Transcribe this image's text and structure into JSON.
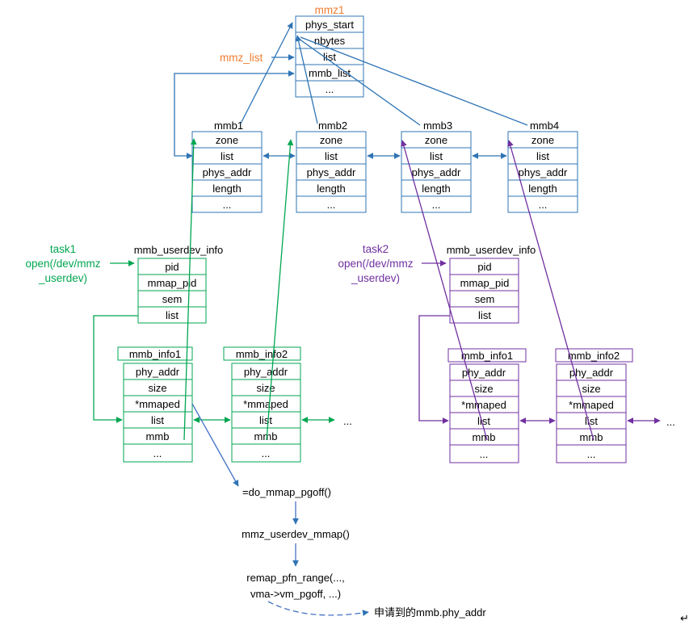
{
  "mmz": {
    "title": "mmz1",
    "fields": [
      "phys_start",
      "nbytes",
      "list",
      "mmb_list",
      "..."
    ],
    "list_label": "mmz_list"
  },
  "mmbs": [
    {
      "title": "mmb1",
      "fields": [
        "zone",
        "list",
        "phys_addr",
        "length",
        "..."
      ]
    },
    {
      "title": "mmb2",
      "fields": [
        "zone",
        "list",
        "phys_addr",
        "length",
        "..."
      ]
    },
    {
      "title": "mmb3",
      "fields": [
        "zone",
        "list",
        "phys_addr",
        "length",
        "..."
      ]
    },
    {
      "title": "mmb4",
      "fields": [
        "zone",
        "list",
        "phys_addr",
        "length",
        "..."
      ]
    }
  ],
  "task1": {
    "label_lines": [
      "task1",
      "open(/dev/mmz",
      "_userdev)"
    ],
    "userdev_title": "mmb_userdev_info",
    "userdev_fields": [
      "pid",
      "mmap_pid",
      "sem",
      "list"
    ],
    "infos": [
      {
        "title": "mmb_info1",
        "fields": [
          "phy_addr",
          "size",
          "*mmaped",
          "list",
          "mmb",
          "..."
        ]
      },
      {
        "title": "mmb_info2",
        "fields": [
          "phy_addr",
          "size",
          "*mmaped",
          "list",
          "mmb",
          "..."
        ]
      }
    ],
    "ellipsis": "..."
  },
  "task2": {
    "label_lines": [
      "task2",
      "open(/dev/mmz",
      "_userdev)"
    ],
    "userdev_title": "mmb_userdev_info",
    "userdev_fields": [
      "pid",
      "mmap_pid",
      "sem",
      "list"
    ],
    "infos": [
      {
        "title": "mmb_info1",
        "fields": [
          "phy_addr",
          "size",
          "*mmaped",
          "list",
          "mmb",
          "..."
        ]
      },
      {
        "title": "mmb_info2",
        "fields": [
          "phy_addr",
          "size",
          "*mmaped",
          "list",
          "mmb",
          "..."
        ]
      }
    ],
    "ellipsis": "..."
  },
  "flow": {
    "step1": "=do_mmap_pgoff()",
    "step2": "mmz_userdev_mmap()",
    "step3_line1": "remap_pfn_range(...,",
    "step3_line2": "vma->vm_pgoff, ...)",
    "result": "申请到的mmb.phy_addr"
  },
  "corner_mark": "↵",
  "colors": {
    "blue": "#2f74b5",
    "green": "#00a651",
    "purple": "#7030a0",
    "orange": "#ed7d31"
  }
}
